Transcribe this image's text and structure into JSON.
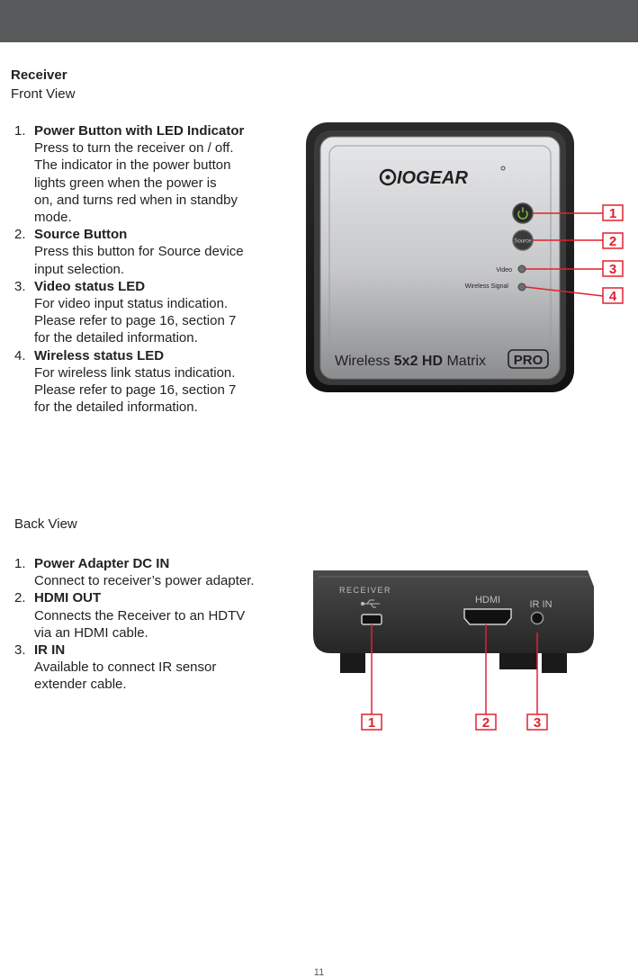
{
  "front": {
    "title": "Receiver",
    "subtitle": "Front View",
    "items": [
      {
        "num": "1.",
        "title": "Power Button with LED Indicator",
        "desc": "Press to turn the receiver on / off.\nThe indicator in the power button\nlights green when the power is\non, and turns red when in standby\nmode."
      },
      {
        "num": "2.",
        "title": "Source Button",
        "desc": "Press this button for Source device\ninput selection."
      },
      {
        "num": "3.",
        "title": "Video status LED",
        "desc": "For video input status indication.\nPlease refer to page 16, section 7\nfor the detailed information."
      },
      {
        "num": "4.",
        "title": "Wireless status LED",
        "desc": "For wireless link status indication.\nPlease refer to page 16, section 7\nfor the detailed information."
      }
    ],
    "device": {
      "brand": "IOGEAR",
      "source_label": "Source",
      "video_label": "Video",
      "wireless_label": "Wireless Signal",
      "product_prefix": "Wireless ",
      "product_bold": "5x2 HD",
      "product_suffix": " Matrix",
      "pro_badge": "PRO",
      "callouts": [
        "1",
        "2",
        "3",
        "4"
      ]
    }
  },
  "back": {
    "subtitle": "Back View",
    "items": [
      {
        "num": "1.",
        "title": "Power Adapter DC IN",
        "desc": "Connect to receiver’s power adapter."
      },
      {
        "num": "2.",
        "title": "HDMI OUT",
        "desc": "Connects the Receiver to an HDTV\nvia an HDMI cable."
      },
      {
        "num": "3.",
        "title": "IR IN",
        "desc": "Available to connect IR sensor\nextender cable."
      }
    ],
    "device": {
      "receiver_label": "RECEIVER",
      "hdmi_label": "HDMI",
      "ir_label": "IR IN",
      "callouts": [
        "1",
        "2",
        "3"
      ]
    }
  },
  "page_number": "11",
  "colors": {
    "header_bar": "#58595b",
    "callout_red": "#e2202f",
    "led_green": "#7cc242"
  }
}
